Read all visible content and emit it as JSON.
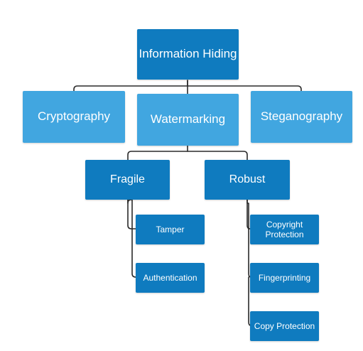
{
  "colors": {
    "dark_node": "#0f7bbf",
    "light_node": "#41a6e0",
    "connector": "#2a2a2a",
    "text": "#ffffff"
  },
  "nodes": {
    "information_hiding": "Information Hiding",
    "cryptography": "Cryptography",
    "watermarking": "Watermarking",
    "steganography": "Steganography",
    "fragile": "Fragile",
    "robust": "Robust",
    "tamper": "Tamper",
    "authentication": "Authentication",
    "copyright_protection": "Copyright Protection",
    "fingerprinting": "Fingerprinting",
    "copy_protection": "Copy Protection"
  }
}
